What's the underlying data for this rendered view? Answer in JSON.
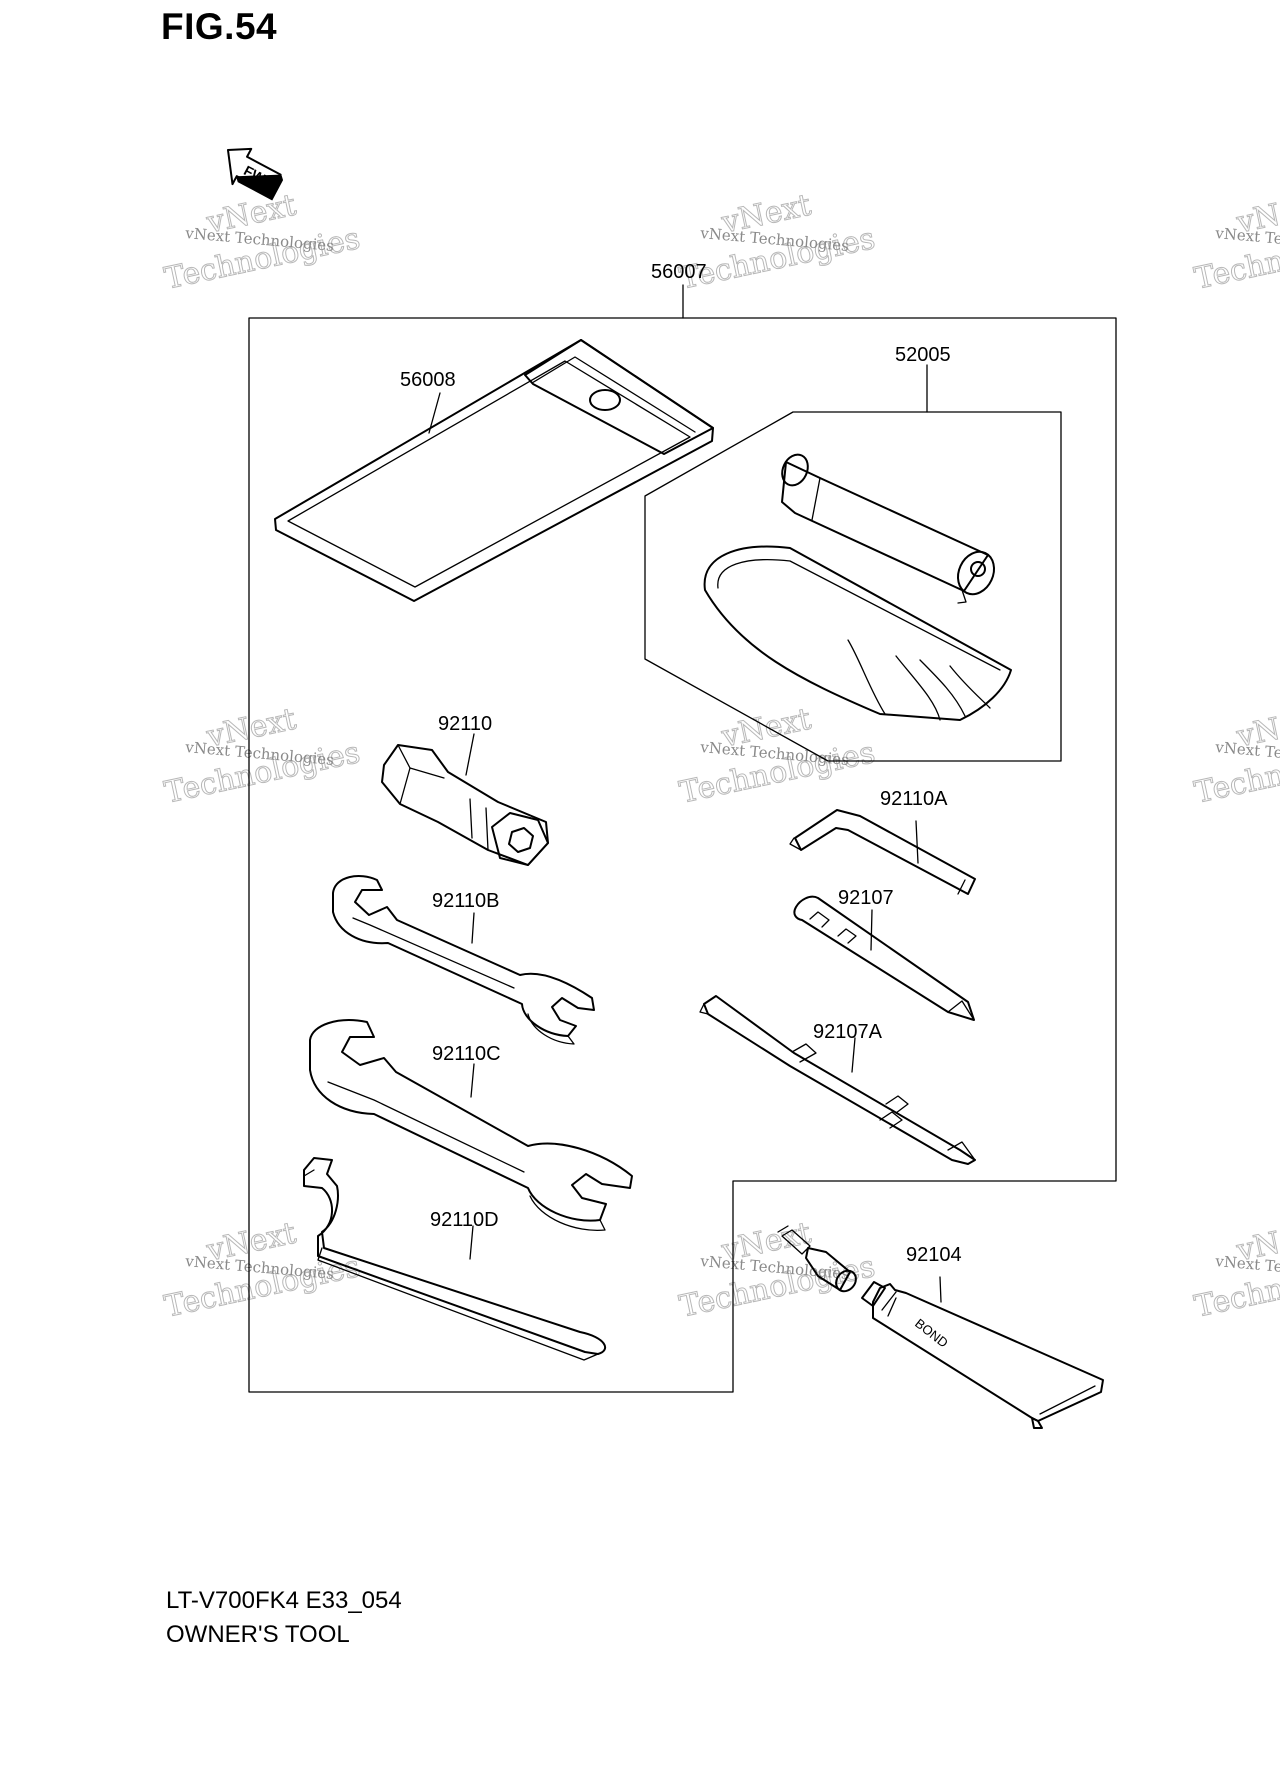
{
  "figure": {
    "title": "FIG.54"
  },
  "orientation": {
    "fwd_label": "FWD"
  },
  "callouts": {
    "kit": "56007",
    "tool_bag": "56008",
    "repair_kit": "52005",
    "plug_wrench": "92110",
    "hex_key": "92110A",
    "wrench_b": "92110B",
    "wrench_c": "92110C",
    "pin_spanner": "92110D",
    "screwdriver_handle": "92107",
    "screwdriver_bit": "92107A",
    "bond_tube": "92104"
  },
  "tube_label": "BOND",
  "watermark": {
    "line1": "vNext Technologies",
    "line2": "Technologies",
    "line3": "vNext"
  },
  "footer": {
    "model_code": "LT-V700FK4 E33_054",
    "section": "OWNER'S TOOL"
  }
}
